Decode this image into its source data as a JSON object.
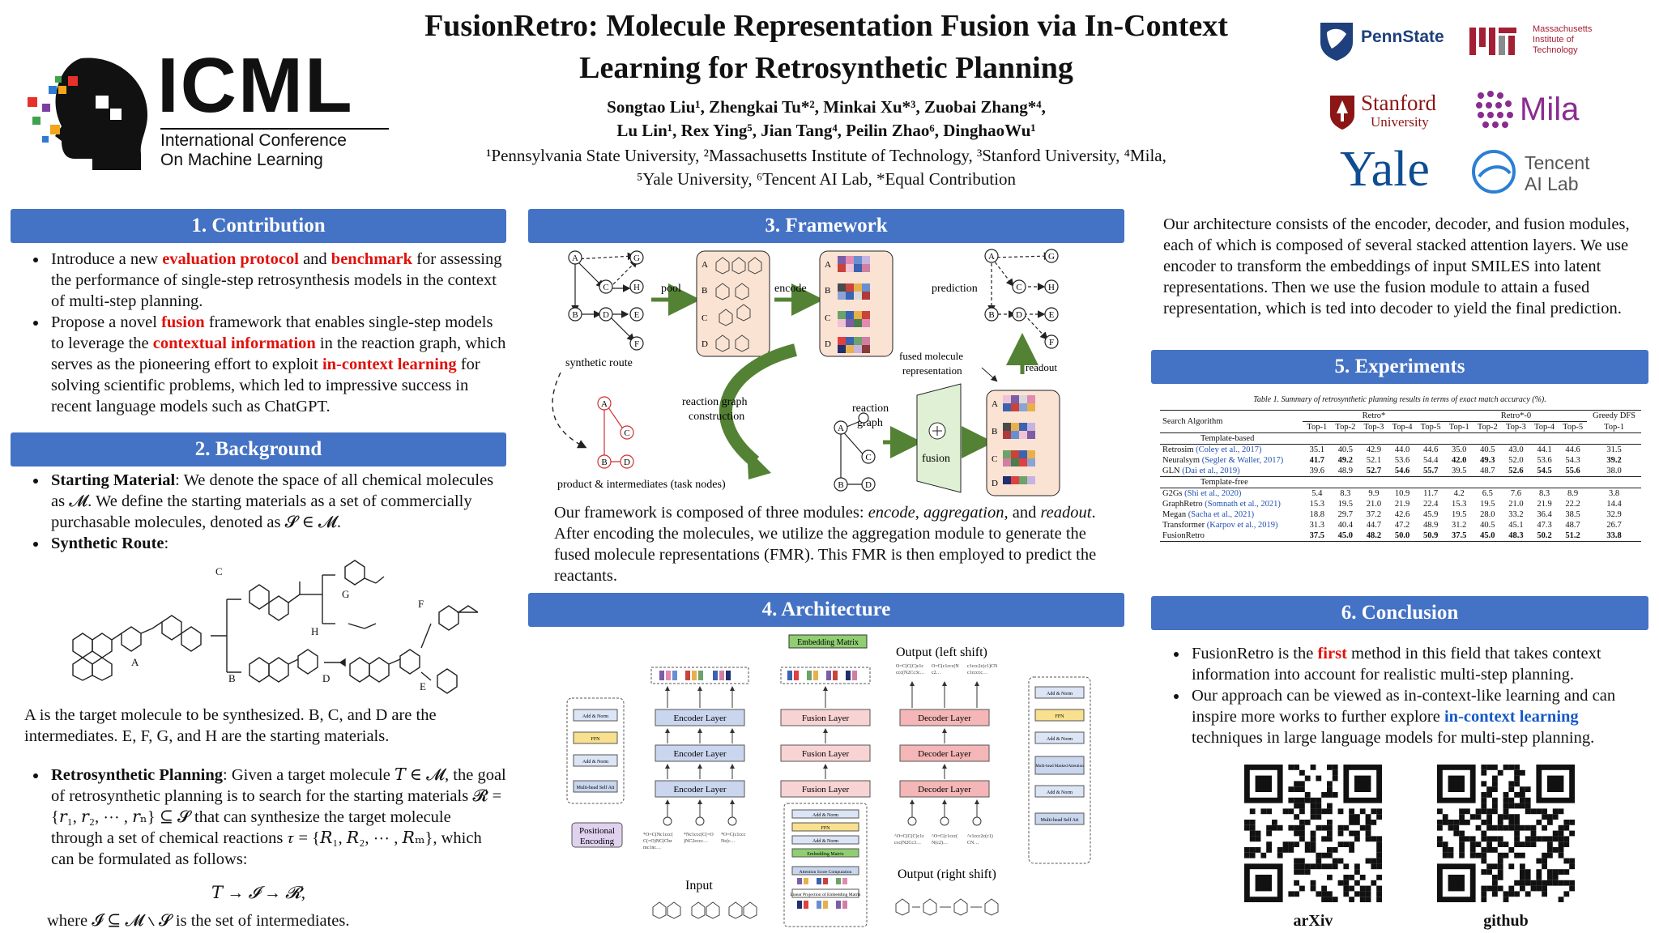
{
  "header": {
    "title_line1": "FusionRetro: Molecule Representation Fusion via In-Context",
    "title_line2": "Learning for Retrosynthetic Planning",
    "authors_line1": "Songtao Liu¹, Zhengkai Tu*², Minkai Xu*³, Zuobai Zhang*⁴,",
    "authors_line2": "Lu Lin¹, Rex Ying⁵, Jian Tang⁴, Peilin Zhao⁶, DinghaoWu¹",
    "affil_line1": "¹Pennsylvania State University,  ²Massachusetts Institute of Technology, ³Stanford University, ⁴Mila,",
    "affil_line2": "⁵Yale University, ⁶Tencent AI Lab, *Equal Contribution"
  },
  "logos": {
    "icml_big": "ICML",
    "icml_sub1": "International Conference",
    "icml_sub2": "On Machine Learning",
    "pennstate": "PennState",
    "mit_line1": "Massachusetts",
    "mit_line2": "Institute of",
    "mit_line3": "Technology",
    "stanford_1": "Stanford",
    "stanford_2": "University",
    "mila": "Mila",
    "yale": "Yale",
    "tencent_1": "Tencent",
    "tencent_2": "AI Lab"
  },
  "contribution": {
    "heading": "1. Contribution",
    "b1_pre": "Introduce a new ",
    "b1_r1": "evaluation protocol",
    "b1_mid": " and ",
    "b1_r2": "benchmark",
    "b1_post": " for assessing the performance of single-step retrosynthesis models in the context of multi-step planning.",
    "b2_pre": "Propose a novel ",
    "b2_r1": "fusion",
    "b2_mid1": " framework that enables single-step models to leverage the ",
    "b2_r2": "contextual information",
    "b2_mid2": " in the reaction graph, which serves as the pioneering effort to exploit ",
    "b2_r3": "in-context learning",
    "b2_post": " for solving scientific problems, which led to impressive success in recent language models such as ChatGPT."
  },
  "background": {
    "heading": "2. Background",
    "b1_label": "Starting Material",
    "b1_text": ": We denote the space of all chemical molecules as 𝓜. We define the starting materials as a set of commercially purchasable molecules, denoted as 𝓢 ∈ 𝓜.",
    "b2_label": "Synthetic Route",
    "b2_text": ":",
    "route_labels": [
      "C",
      "G",
      "H",
      "A",
      "B",
      "D",
      "F",
      "E"
    ],
    "desc": "A is the target molecule to be synthesized. B, C, and D are the intermediates. E, F, G, and H are the starting materials.",
    "b3_label": "Retrosynthetic Planning",
    "b3_text": ": Given a target molecule 𝑇 ∈ 𝓜, the goal of retrosynthetic planning is to search for the starting materials 𝓡 = {𝑟₁, 𝑟₂, ⋯ , 𝑟ₙ} ⊆ 𝓢 that can synthesize the target molecule through a set of chemical reactions 𝜏 = {𝑅₁, 𝑅₂, ⋯ , 𝑅ₘ}, which can be formulated as follows:",
    "formula": "𝑇 → 𝓘 → 𝓡,",
    "where": "where 𝓘 ⊆ 𝓜 ∖ 𝓢 is the set of intermediates."
  },
  "framework": {
    "heading": "3. Framework",
    "labels": {
      "pool": "pool",
      "encode": "encode",
      "prediction": "prediction",
      "synthetic_route": "synthetic route",
      "fused1": "fused molecule",
      "fused2": "representation",
      "readout": "readout",
      "rgc1": "reaction graph",
      "rgc2": "construction",
      "rg1": "reaction",
      "rg2": "graph",
      "fusion": "fusion",
      "product": "product & intermediates (task nodes)"
    },
    "node_letters": [
      "A",
      "B",
      "C",
      "D",
      "E",
      "F",
      "G",
      "H"
    ],
    "desc_p1": "Our framework is composed of three modules: ",
    "desc_encode": "encode",
    "desc_p2": ", ",
    "desc_aggregation": "aggregation",
    "desc_p3": ", and ",
    "desc_readout": "readout",
    "desc_p4": ". After encoding the molecules, we utilize the aggregation module to generate the fused molecule representations (FMR). This FMR is then employed to predict the reactants."
  },
  "architecture": {
    "heading": "4. Architecture",
    "embedding_matrix": "Embedding Matrix",
    "output_left": "Output (left shift)",
    "output_right": "Output (right shift)",
    "input": "Input",
    "positional1": "Positional",
    "positional2": "Encoding",
    "encoder_layer": "Encoder Layer",
    "fusion_layer": "Fusion Layer",
    "decoder_layer": "Decoder Layer",
    "add_norm": "Add & Norm",
    "ffn": "FFN",
    "mhsa": "Multi-head Self Att",
    "masked": "Multi-head Masked Attention",
    "attention_score": "Attention Score Computation",
    "linear_proj": "Linear Projection of Embedding Matrix"
  },
  "right_text": "Our architecture consists of the encoder, decoder, and fusion modules, each of which is composed of several stacked attention layers. We use encoder to transform the embeddings of input SMILES into latent representations. Then we use the fusion module to attain a fused representation, which is ted into decoder to yield the final prediction.",
  "experiments": {
    "heading": "5. Experiments",
    "caption": "Table 1. Summary of retrosynthetic planning results in terms of exact match accuracy (%).",
    "col_search": "Search Algorithm",
    "group1": "Retro*",
    "group2": "Retro*-0",
    "group3": "Greedy DFS",
    "topk": [
      "Top-1",
      "Top-2",
      "Top-3",
      "Top-4",
      "Top-5",
      "Top-1",
      "Top-2",
      "Top-3",
      "Top-4",
      "Top-5",
      "Top-1"
    ],
    "section_tb": "Template-based",
    "section_tf": "Template-free",
    "rows_tb": [
      {
        "name": "Retrosim",
        "cite": "(Coley et al., 2017)",
        "vals": [
          "35.1",
          "40.5",
          "42.9",
          "44.0",
          "44.6",
          "35.0",
          "40.5",
          "43.0",
          "44.1",
          "44.6",
          "31.5"
        ],
        "bold": []
      },
      {
        "name": "Neuralsym",
        "cite": "(Segler & Waller, 2017)",
        "vals": [
          "41.7",
          "49.2",
          "52.1",
          "53.6",
          "54.4",
          "42.0",
          "49.3",
          "52.0",
          "53.6",
          "54.3",
          "39.2"
        ],
        "bold": [
          0,
          1,
          5,
          6,
          10
        ]
      },
      {
        "name": "GLN",
        "cite": "(Dai et al., 2019)",
        "vals": [
          "39.6",
          "48.9",
          "52.7",
          "54.6",
          "55.7",
          "39.5",
          "48.7",
          "52.6",
          "54.5",
          "55.6",
          "38.0"
        ],
        "bold": [
          2,
          3,
          4,
          7,
          8,
          9
        ]
      }
    ],
    "rows_tf": [
      {
        "name": "G2Gs",
        "cite": "(Shi et al., 2020)",
        "vals": [
          "5.4",
          "8.3",
          "9.9",
          "10.9",
          "11.7",
          "4.2",
          "6.5",
          "7.6",
          "8.3",
          "8.9",
          "3.8"
        ],
        "bold": []
      },
      {
        "name": "GraphRetro",
        "cite": "(Somnath et al., 2021)",
        "vals": [
          "15.3",
          "19.5",
          "21.0",
          "21.9",
          "22.4",
          "15.3",
          "19.5",
          "21.0",
          "21.9",
          "22.2",
          "14.4"
        ],
        "bold": []
      },
      {
        "name": "Megan",
        "cite": "(Sacha et al., 2021)",
        "vals": [
          "18.8",
          "29.7",
          "37.2",
          "42.6",
          "45.9",
          "19.5",
          "28.0",
          "33.2",
          "36.4",
          "38.5",
          "32.9"
        ],
        "bold": []
      },
      {
        "name": "Transformer",
        "cite": "(Karpov et al., 2019)",
        "vals": [
          "31.3",
          "40.4",
          "44.7",
          "47.2",
          "48.9",
          "31.2",
          "40.5",
          "45.1",
          "47.3",
          "48.7",
          "26.7"
        ],
        "bold": []
      },
      {
        "name": "FusionRetro",
        "cite": "",
        "vals": [
          "37.5",
          "45.0",
          "48.2",
          "50.0",
          "50.9",
          "37.5",
          "45.0",
          "48.3",
          "50.2",
          "51.2",
          "33.8"
        ],
        "bold": [
          0,
          1,
          2,
          3,
          4,
          5,
          6,
          7,
          8,
          9,
          10
        ]
      }
    ]
  },
  "conclusion": {
    "heading": "6. Conclusion",
    "b1_pre": "FusionRetro is the ",
    "b1_red": "first",
    "b1_post": " method in this field that takes context information into account for realistic multi-step planning.",
    "b2_pre": "Our approach can be viewed as in-context-like learning and can inspire more works to further explore ",
    "b2_blue": "in-context learning",
    "b2_post": " techniques in large language models for multi-step planning.",
    "qr1_label": "arXiv",
    "qr2_label": "github"
  },
  "colors": {
    "header_blue": "#4472c4",
    "red": "#e0120b",
    "blue": "#1458c8",
    "green_arrow": "#548235"
  }
}
